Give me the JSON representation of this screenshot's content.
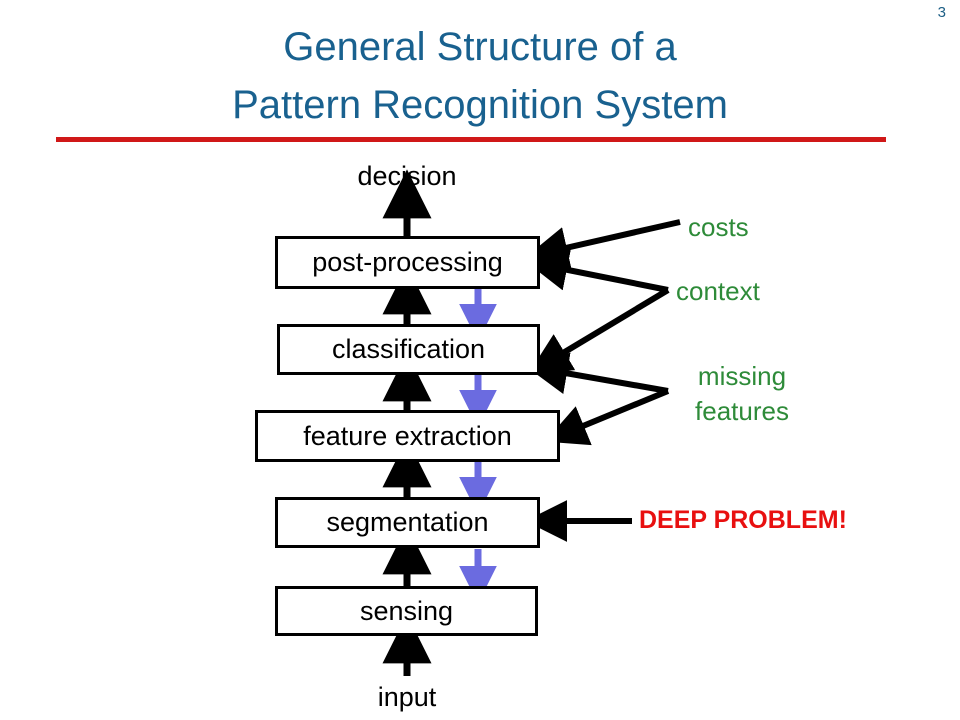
{
  "slide": {
    "page_number": "3",
    "title_line1": "General Structure of a",
    "title_line2": "Pattern Recognition System",
    "title_color": "#19618F",
    "rule_color": "#D01818",
    "background_color": "#FFFFFF"
  },
  "diagram": {
    "type": "flowchart",
    "pipeline_direction": "bottom-to-top",
    "feedback_direction": "top-to-bottom",
    "feedback_color": "#6B6BE0",
    "flow_color": "#000000",
    "nodes": [
      {
        "id": "post-processing",
        "label": "post-processing"
      },
      {
        "id": "classification",
        "label": "classification"
      },
      {
        "id": "feature-extraction",
        "label": "feature extraction"
      },
      {
        "id": "segmentation",
        "label": "segmentation"
      },
      {
        "id": "sensing",
        "label": "sensing"
      }
    ],
    "endpoints": {
      "top": "decision",
      "bottom": "input"
    },
    "side_annotations": [
      {
        "id": "costs",
        "label": "costs",
        "label2": "",
        "color": "#2E8B39",
        "targets": [
          "post-processing"
        ]
      },
      {
        "id": "context",
        "label": "context",
        "label2": "",
        "color": "#2E8B39",
        "targets": [
          "post-processing",
          "classification"
        ]
      },
      {
        "id": "missing-features",
        "label": "missing",
        "label2": "features",
        "color": "#2E8B39",
        "targets": [
          "classification",
          "feature-extraction"
        ]
      },
      {
        "id": "deep-problem",
        "label": "DEEP PROBLEM!",
        "label2": "",
        "color": "#E81010",
        "targets": [
          "segmentation"
        ]
      }
    ]
  }
}
